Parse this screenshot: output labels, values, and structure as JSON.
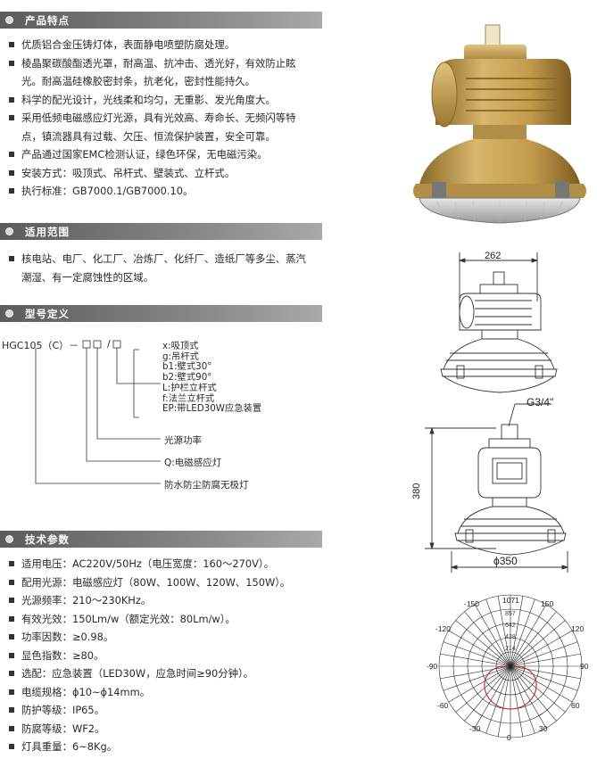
{
  "sections": {
    "features": "产品特点",
    "scope": "适用范围",
    "model": "型号定义",
    "params": "技术参数"
  },
  "features": [
    [
      "优质铝合金压铸灯体，表面静电喷塑防腐处理。"
    ],
    [
      "棱晶聚碳酸酯透光罩，耐高温、抗冲击、透光好，有效防止眩",
      "光。耐高温硅橡胶密封条，抗老化，密封性能持久。"
    ],
    [
      "科学的配光设计，光线柔和均匀，无重影、发光角度大。"
    ],
    [
      "采用低频电磁感应灯光源，具有光效高、寿命长、无频闪等特",
      "点，镇流器具有过载、欠压、恒流保护装置，安全可靠。"
    ],
    [
      "产品通过国家EMC检测认证，绿色环保，无电磁污染。"
    ],
    [
      "安装方式：吸顶式、吊杆式、壁装式、立杆式。"
    ],
    [
      "执行标准：GB7000.1/GB7000.10。"
    ]
  ],
  "scope": {
    "line1": "核电站、电厂、化工厂、冶炼厂、化纤厂、造纸厂等多尘、蒸汽",
    "line2": "潮湿、有一定腐蚀性的区域。"
  },
  "model": {
    "code": "HGC105（C）－",
    "slash": "/",
    "options": [
      "x:吸顶式",
      "g:吊杆式",
      "b1:壁式30°",
      "b2:壁式90°",
      "L:护栏立杆式",
      "f:法兰立杆式",
      "EP:带LED30W应急装置"
    ],
    "power": "光源功率",
    "source": "Q:电磁感应灯",
    "name": "防水防尘防腐无极灯"
  },
  "params": [
    "适用电压：AC220V/50Hz（电压宽度：160～270V）。",
    "配用光源：电磁感应灯（80W、100W、120W、150W）。",
    "光源频率：210～230KHz。",
    "有效光效：150Lm/w（额定光效：80Lm/w）。",
    "功率因数：≥0.98。",
    "显色指数：≥80。",
    "选配：应急装置（LED30W，应急时间≥90分钟）。",
    "电缆规格：ϕ10~ϕ14mm。",
    "防护等级：IP65。",
    "防腐等级：WF2。",
    "灯具重量：6~8Kg。"
  ],
  "drawing": {
    "width_dim": "262",
    "thread": "G3/4\"",
    "height_dim": "380",
    "diameter_dim": "ϕ350"
  },
  "polar": {
    "max_label": "1071",
    "left_labels": [
      "-150",
      "-120",
      "-90",
      "-60",
      "-30"
    ],
    "right_labels": [
      "150",
      "120",
      "90",
      "60",
      "30"
    ],
    "bottom_label": "0",
    "ring_labels": [
      "857",
      "642",
      "428",
      "214"
    ]
  },
  "colors": {
    "header": "#7a7a7a",
    "lamp_gold": "#c8a45a",
    "curve": "#c0392b"
  }
}
